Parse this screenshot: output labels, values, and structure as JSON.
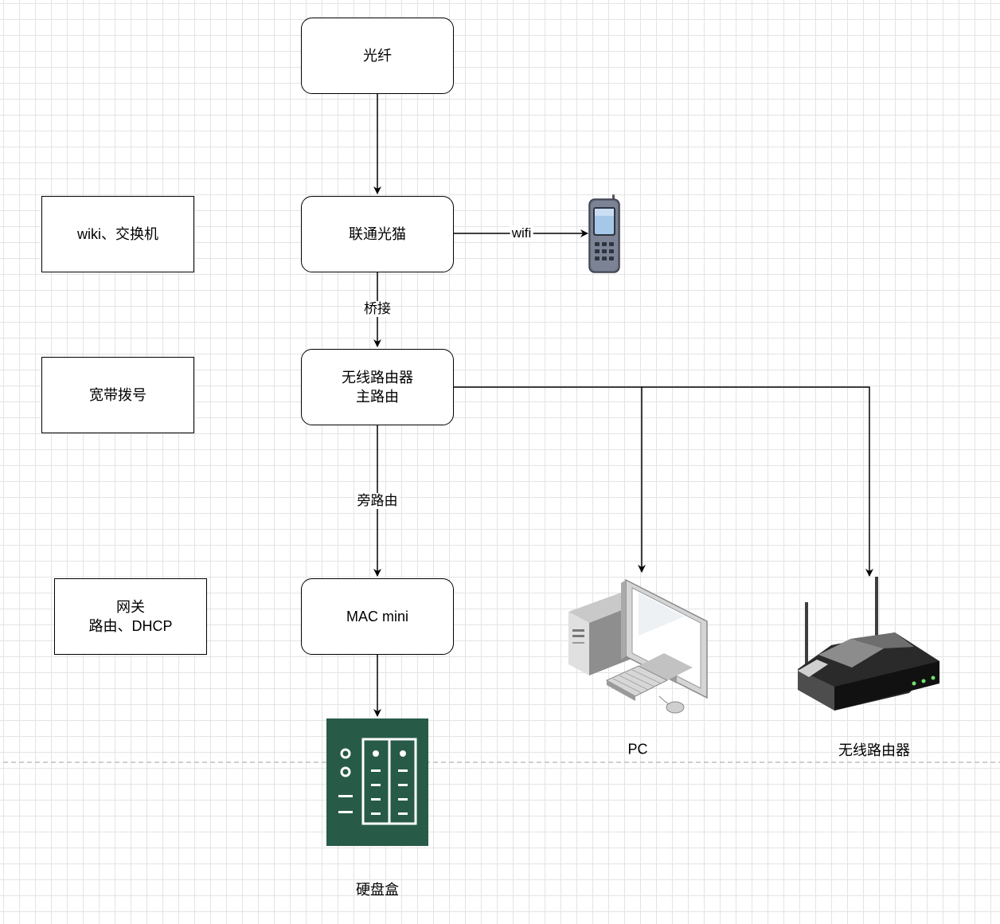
{
  "nodes": {
    "fiber": "光纤",
    "modem": "联通光猫",
    "router_main": [
      "无线路由器",
      "主路由"
    ],
    "mac_mini": "MAC mini"
  },
  "notes": {
    "modem_note": "wiki、交换机",
    "router_note": "宽带拨号",
    "mac_note": [
      "网关",
      "路由、DHCP"
    ]
  },
  "edges": {
    "wifi": "wifi",
    "bridge": "桥接",
    "bypass": "旁路由"
  },
  "devices": {
    "phone": "mobile-phone-icon",
    "pc": "PC",
    "wireless_router": "无线路由器",
    "disk_box": "硬盘盒"
  },
  "colors": {
    "nas_green": "#275b48",
    "grid": "#e4e4e4",
    "line": "#000000"
  }
}
